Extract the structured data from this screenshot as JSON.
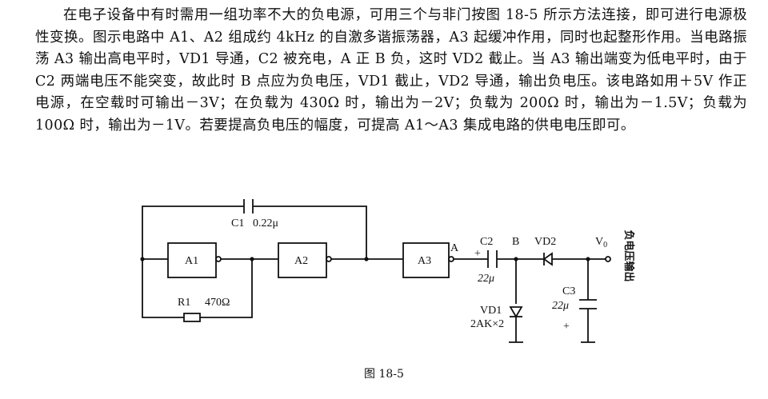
{
  "paragraph": "在电子设备中有时需用一组功率不大的负电源，可用三个与非门按图 18-5 所示方法连接，即可进行电源极性变换。图示电路中 A1、A2 组成约 4kHz 的自激多谐振荡器，A3 起缓冲作用，同时也起整形作用。当电路振荡 A3 输出高电平时，VD1 导通，C2 被充电，A 正 B 负，这时 VD2 截止。当 A3 输出端变为低电平时，由于 C2 两端电压不能突变，故此时 B 点应为负电压，VD1 截止，VD2 导通，输出负电压。该电路如用＋5V 作正电源，在空载时可输出－3V；在负载为 430Ω 时，输出为－2V；负载为 200Ω 时，输出为－1.5V；负载为 100Ω 时，输出为－1V。若要提高负电压的幅度，可提高 A1～A3 集成电路的供电电压即可。",
  "circuit": {
    "c1_label": "C1",
    "c1_value": "0.22μ",
    "gate_a1": "A1",
    "gate_a2": "A2",
    "gate_a3": "A3",
    "r1_label": "R1",
    "r1_value": "470Ω",
    "node_a": "A",
    "c2_label": "C2",
    "c2_plus": "+",
    "c2_value": "22μ",
    "node_b": "B",
    "vd2_label": "VD2",
    "vo_label": "V",
    "vo_sub": "0",
    "vd1_label": "VD1",
    "vd1_value": "2AK×2",
    "c3_label": "C3",
    "c3_value": "22μ",
    "c3_plus": "+",
    "output_label": "负电压输出"
  },
  "figure_caption": "图 18-5"
}
